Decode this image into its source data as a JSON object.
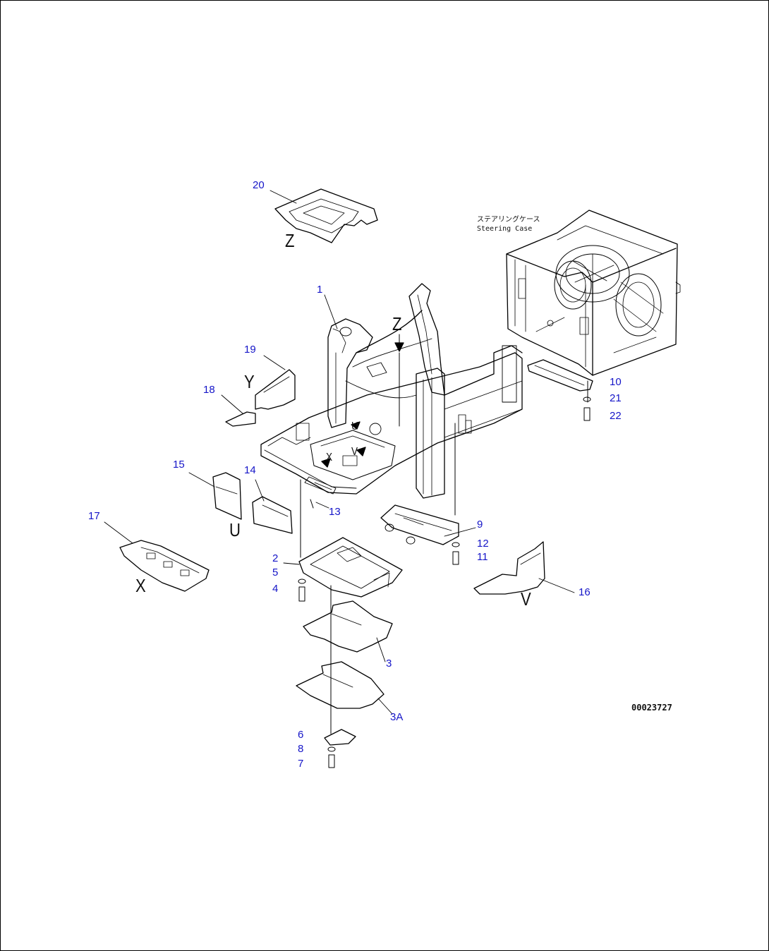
{
  "drawing": {
    "number": "00023727",
    "steering_case_label_jp": "ステアリングケース",
    "steering_case_label_en": "Steering Case",
    "callouts": [
      "1",
      "2",
      "3",
      "3A",
      "4",
      "5",
      "6",
      "7",
      "8",
      "9",
      "10",
      "11",
      "12",
      "13",
      "14",
      "15",
      "16",
      "17",
      "18",
      "19",
      "20",
      "21",
      "22"
    ],
    "view_letters": [
      "Z",
      "Z",
      "Y",
      "U",
      "X",
      "X",
      "V",
      "V",
      "U"
    ]
  },
  "colors": {
    "callout": "#1515c8",
    "line": "#000000",
    "background": "#ffffff"
  }
}
